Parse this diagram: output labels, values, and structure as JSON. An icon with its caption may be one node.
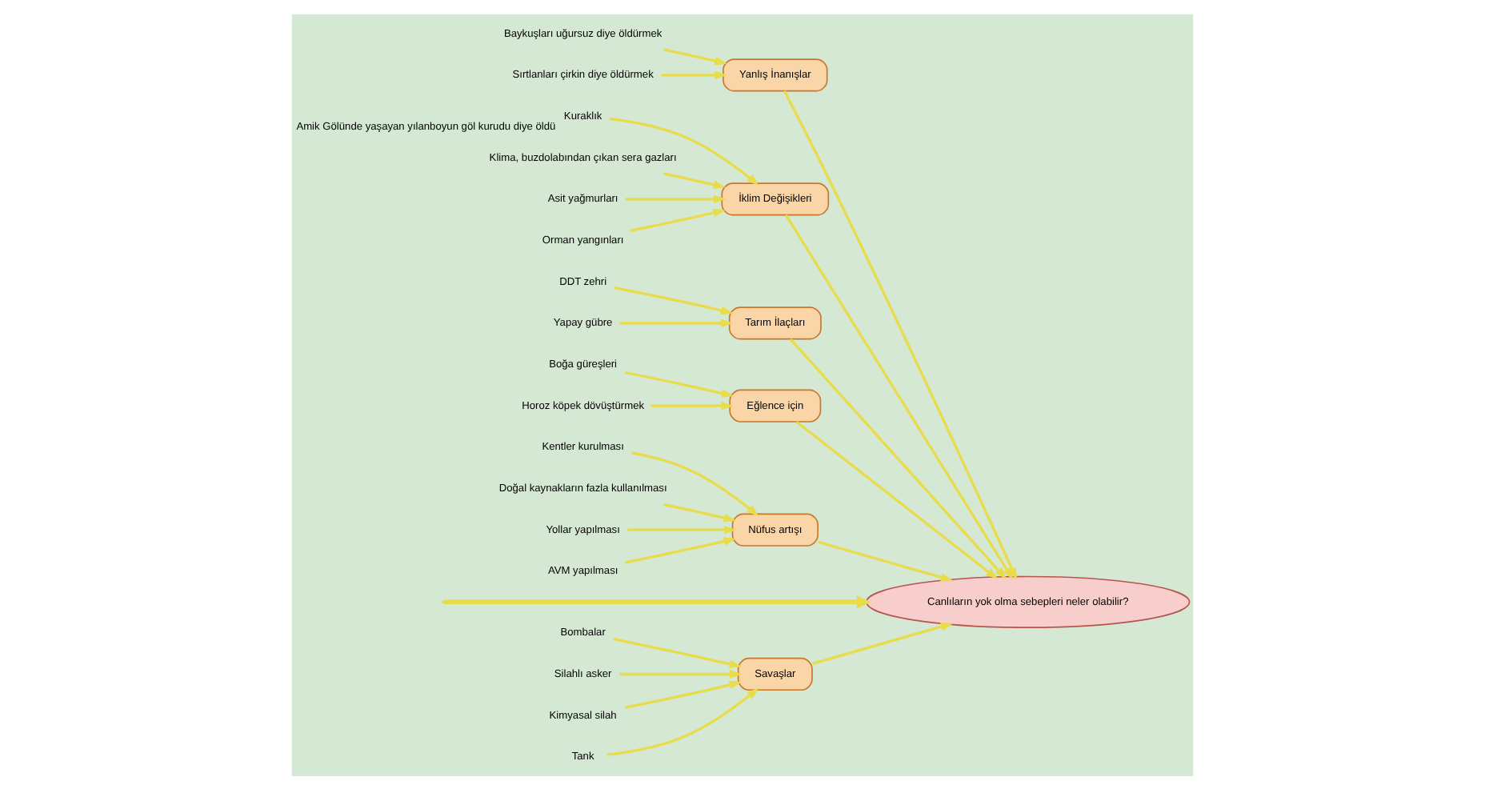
{
  "diagram": {
    "nodes": [
      {
        "text": [
          "Savaşlar"
        ]
      },
      {
        "text": [
          "Yanlış İnanışlar"
        ]
      },
      {
        "text": [
          "İklim Değişikleri"
        ]
      },
      {
        "text": [
          "Bombalar"
        ]
      },
      {
        "text": [
          "Baykuşları uğursuz diye öldürmek"
        ]
      },
      {
        "text": [
          "Kuraklık"
        ],
        "beside": [
          "Amik Gölünde yaşayan yılanboyun göl kurudu diye öldü"
        ]
      },
      {
        "text": [
          "Silahlı asker"
        ]
      },
      {
        "text": [
          "Klima, buzdolabından çıkan sera gazları"
        ]
      },
      {
        "text": [
          "Kimyasal silah"
        ]
      },
      {
        "text": [
          "Sırtlanları çirkin diye öldürmek"
        ]
      },
      {
        "text": [
          "Asit yağmurları"
        ]
      },
      {
        "text": [
          "Tank"
        ]
      },
      {
        "text": [
          "Orman yangınları"
        ]
      },
      {
        "text": [
          "Canlıların yok olma sebepleri neler olabilir?"
        ]
      },
      {
        "text": [
          "Kentler kurulması"
        ]
      },
      {
        "text": [
          "DDT zehri"
        ]
      },
      {
        "text": [
          "Boğa güreşleri"
        ]
      },
      {
        "text": [
          "Doğal kaynakların fazla kullanılması"
        ]
      },
      {
        "text": [
          "Yapay gübre"
        ]
      },
      {
        "text": [
          "Horoz köpek dövüştürmek"
        ]
      },
      {
        "text": [
          "Yollar yapılması"
        ]
      },
      {
        "text": [
          "AVM yapılması"
        ]
      },
      {
        "text": [
          "Tarım İlaçları"
        ]
      },
      {
        "text": [
          "Eğlence için"
        ]
      },
      {
        "text": [
          "Nüfus artışı"
        ]
      }
    ],
    "edges": [
      {
        "from": null,
        "to": 13,
        "arrow": "to"
      },
      {
        "from": 0,
        "to": 13,
        "arrow": "to"
      },
      {
        "from": 1,
        "to": 13,
        "arrow": "to"
      },
      {
        "from": 2,
        "to": 13,
        "arrow": "to"
      },
      {
        "from": 22,
        "to": 13,
        "arrow": "to"
      },
      {
        "from": 23,
        "to": 13,
        "arrow": "to"
      },
      {
        "from": 24,
        "to": 13,
        "arrow": "to"
      },
      {
        "from": 3,
        "to": 0,
        "arrow": "to"
      },
      {
        "from": 6,
        "to": 0,
        "arrow": "to"
      },
      {
        "from": 8,
        "to": 0,
        "arrow": "to"
      },
      {
        "from": 11,
        "to": 0,
        "arrow": "to"
      },
      {
        "from": 4,
        "to": 1,
        "arrow": "to"
      },
      {
        "from": 9,
        "to": 1,
        "arrow": "to"
      },
      {
        "from": 5,
        "to": 2,
        "arrow": "to"
      },
      {
        "from": 7,
        "to": 2,
        "arrow": "to"
      },
      {
        "from": 10,
        "to": 2,
        "arrow": "to"
      },
      {
        "from": 12,
        "to": 2,
        "arrow": "to"
      },
      {
        "from": 15,
        "to": 22,
        "arrow": "to"
      },
      {
        "from": 18,
        "to": 22,
        "arrow": "to"
      },
      {
        "from": 16,
        "to": 23,
        "arrow": "to"
      },
      {
        "from": 19,
        "to": 23,
        "arrow": "to"
      },
      {
        "from": 14,
        "to": 24,
        "arrow": "to"
      },
      {
        "from": 17,
        "to": 24,
        "arrow": "to"
      },
      {
        "from": 20,
        "to": 24,
        "arrow": "to"
      },
      {
        "from": 21,
        "to": 24,
        "arrow": "to"
      }
    ]
  }
}
